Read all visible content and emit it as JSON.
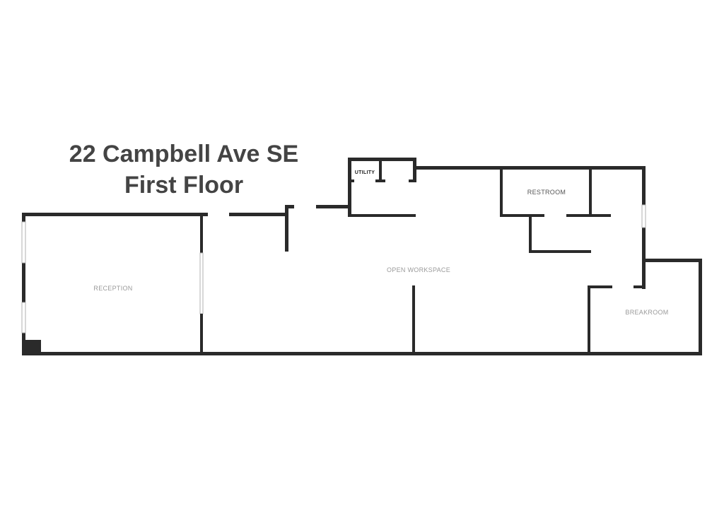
{
  "title": {
    "line1": "22 Campbell Ave SE",
    "line2": "First Floor"
  },
  "rooms": {
    "reception": "RECEPTION",
    "open_workspace": "OPEN WORKSPACE",
    "restroom": "RESTROOM",
    "breakroom": "BREAKROOM",
    "utility": "UTILITY"
  },
  "colors": {
    "wall": "#2a2a2a",
    "title": "#444444",
    "label": "#9a9a9a"
  }
}
